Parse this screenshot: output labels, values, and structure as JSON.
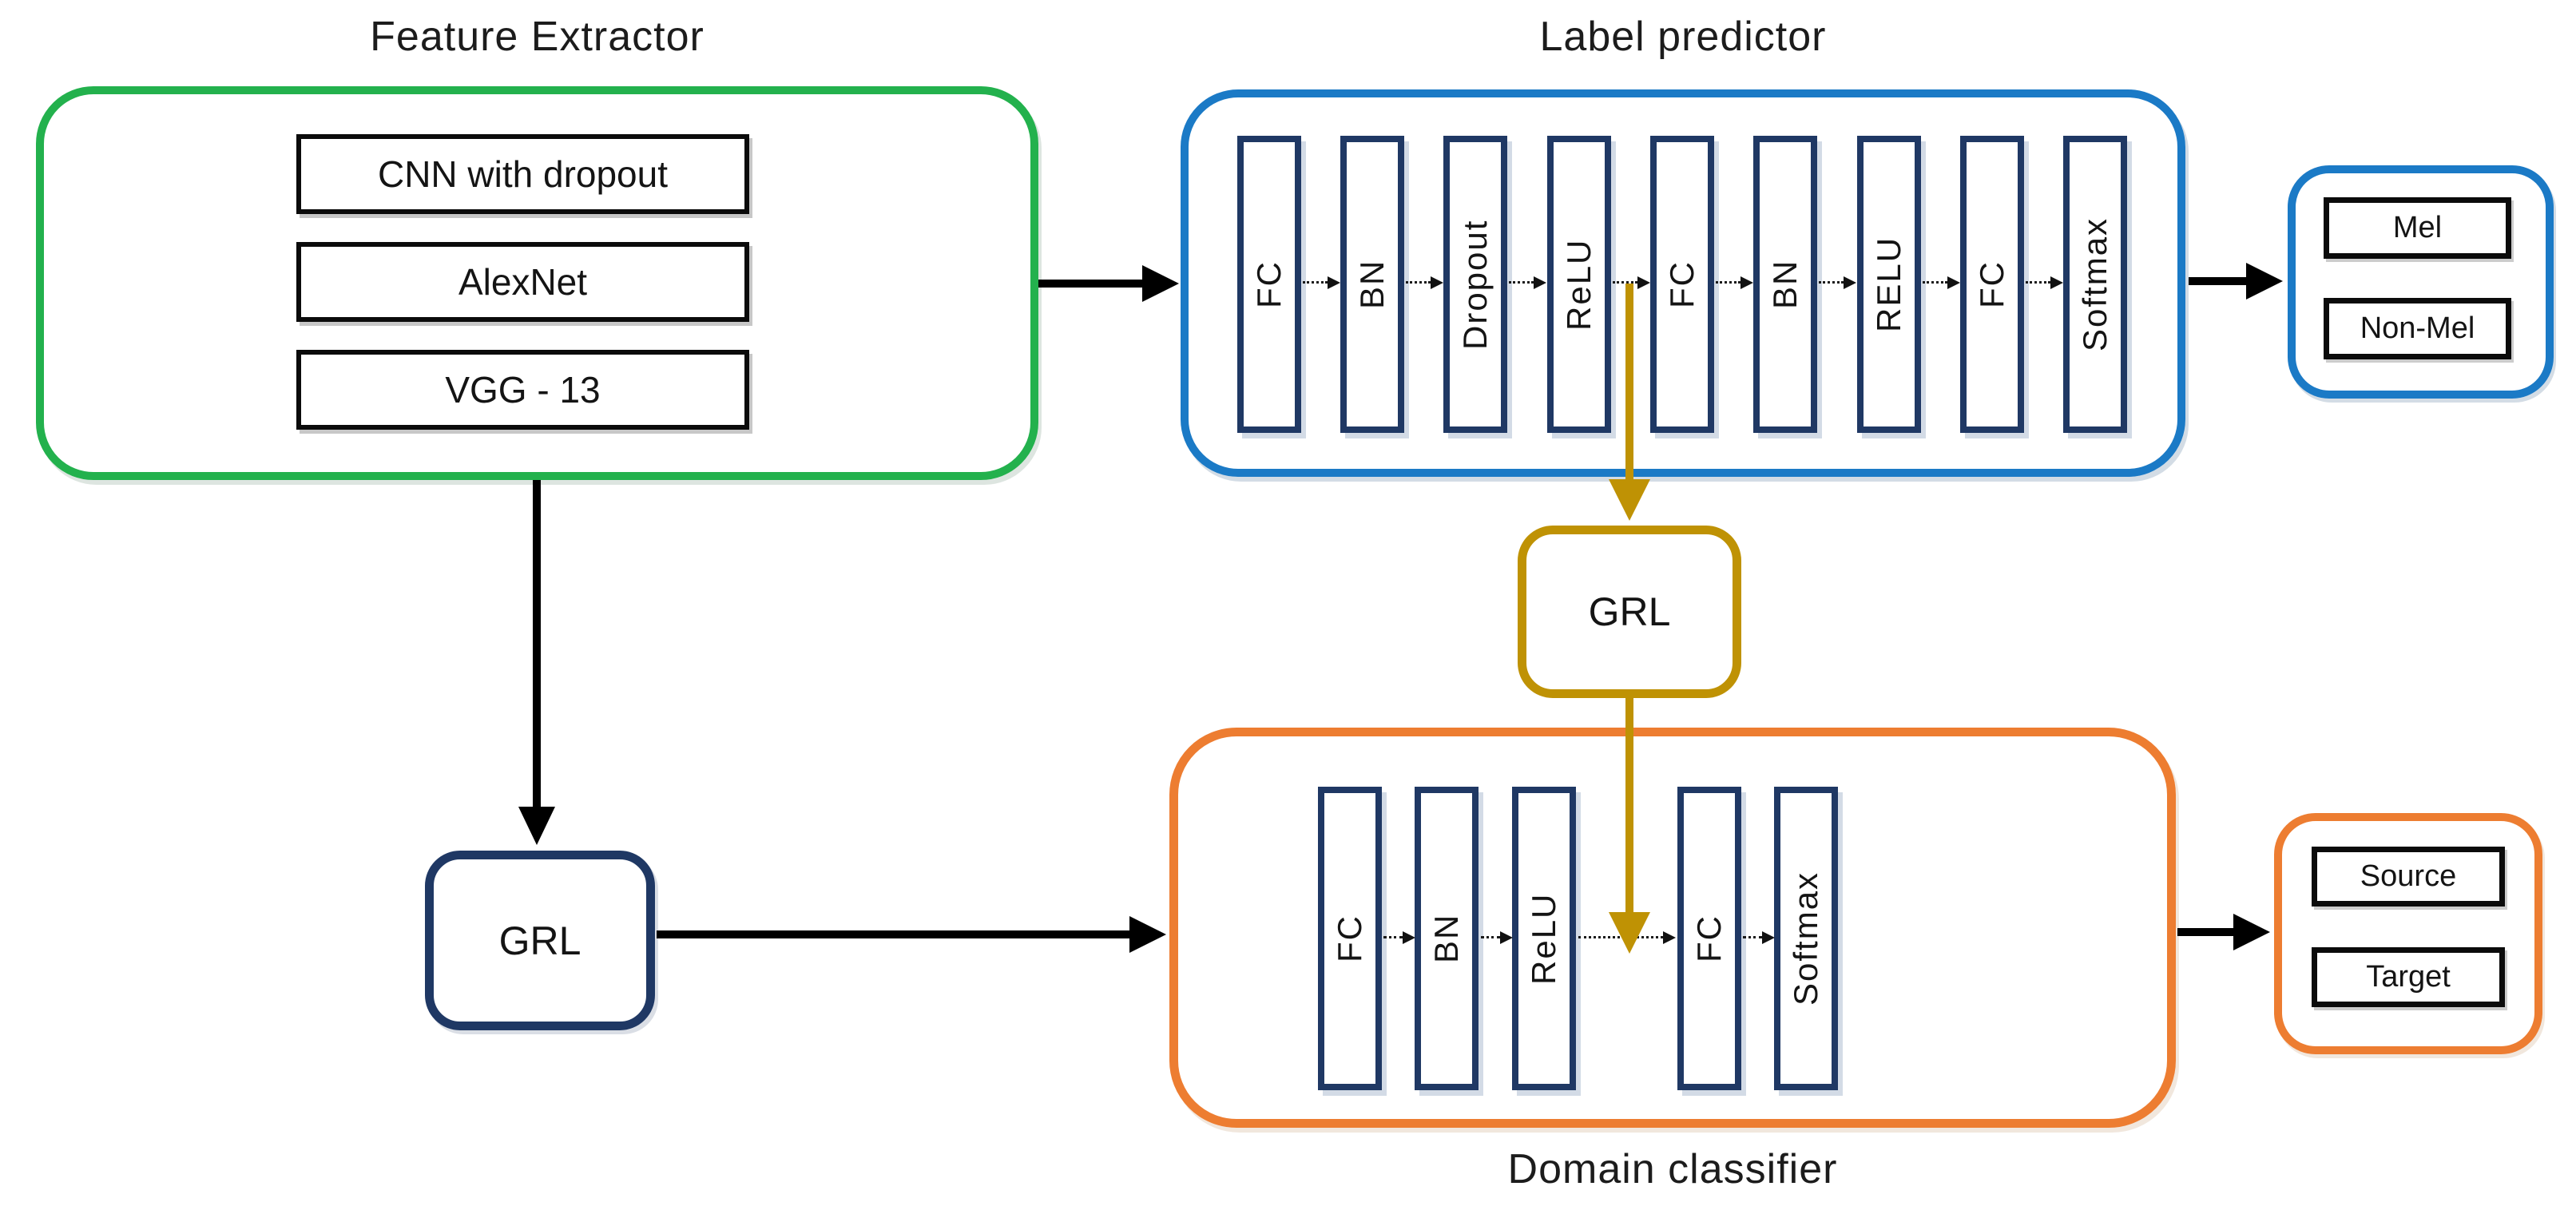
{
  "feature_extractor": {
    "title": "Feature Extractor",
    "models": [
      "CNN with dropout",
      "AlexNet",
      "VGG - 13"
    ]
  },
  "label_predictor": {
    "title": "Label predictor",
    "layers": [
      "FC",
      "BN",
      "Dropout",
      "ReLU",
      "FC",
      "BN",
      "RELU",
      "FC",
      "Softmax"
    ]
  },
  "domain_classifier": {
    "title": "Domain classifier",
    "layers": [
      "FC",
      "BN",
      "ReLU",
      "FC",
      "Softmax"
    ]
  },
  "grl_nodes": {
    "from_label_predictor": "GRL",
    "from_feature_extractor": "GRL"
  },
  "outputs": {
    "label": [
      "Mel",
      "Non-Mel"
    ],
    "domain": [
      "Source",
      "Target"
    ]
  },
  "colors": {
    "feature_extractor_border": "#23B14D",
    "label_predictor_border": "#1B7AC6",
    "domain_classifier_border": "#ED7D31",
    "output_label_border": "#1B7AC6",
    "output_domain_border": "#ED7D31",
    "grl_gold_border": "#BF9204",
    "grl_navy_border": "#1F3864",
    "layer_box_border": "#1F3864",
    "model_box_border": "#0b0b0b",
    "arrow_black": "#000000",
    "arrow_gold": "#BF9204"
  }
}
